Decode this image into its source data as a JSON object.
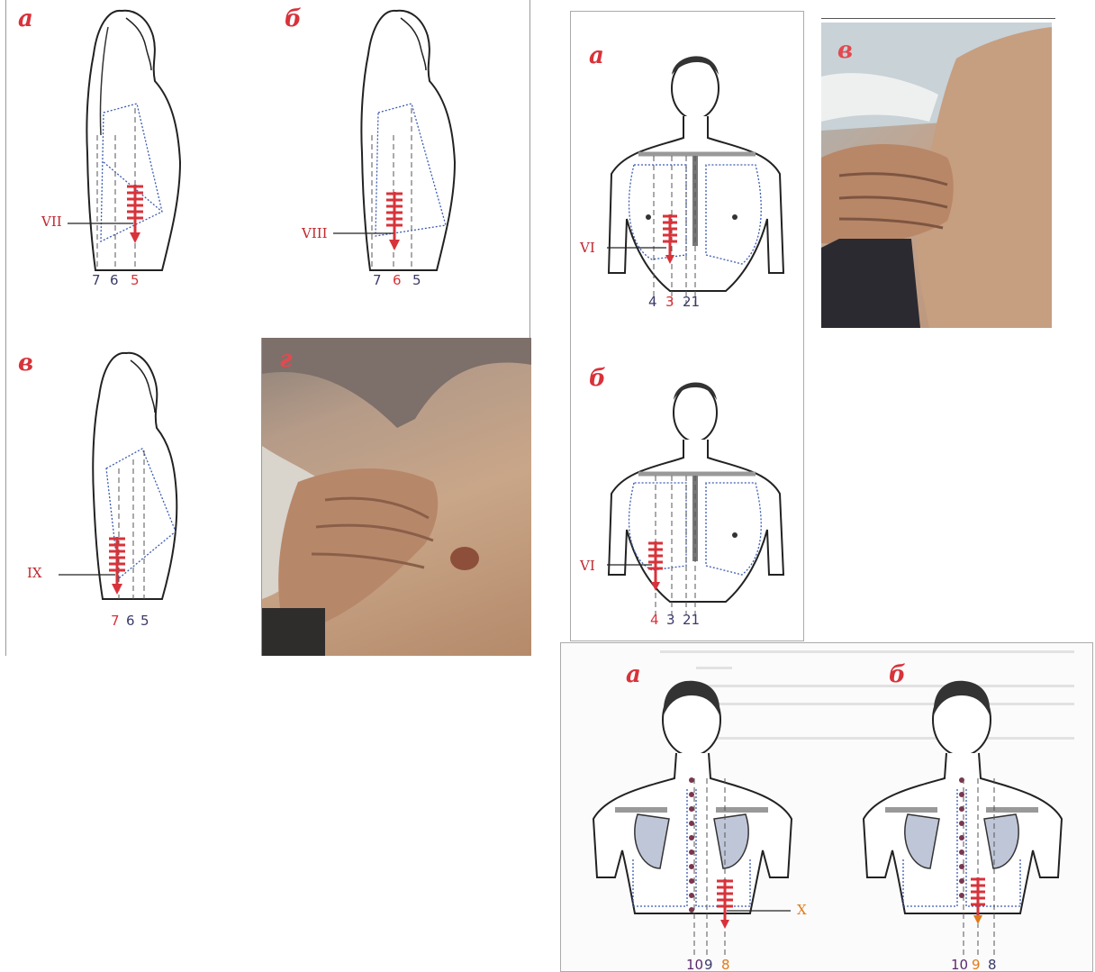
{
  "figure_left": {
    "panel_a": {
      "letter": "а",
      "rib": "VII",
      "lines": [
        "7",
        "6",
        "5"
      ]
    },
    "panel_b": {
      "letter": "б",
      "rib": "VIII",
      "lines": [
        "7",
        "6",
        "5"
      ]
    },
    "panel_v": {
      "letter": "в",
      "rib": "IX",
      "lines": [
        "7",
        "6",
        "5"
      ]
    },
    "panel_g": {
      "letter": "г"
    }
  },
  "figure_front": {
    "panel_a": {
      "letter": "а",
      "rib": "VI",
      "lines": [
        "4",
        "3",
        "21"
      ]
    },
    "panel_b": {
      "letter": "б",
      "rib": "VI",
      "lines": [
        "4",
        "3",
        "21"
      ]
    }
  },
  "figure_photo_right": {
    "letter": "в"
  },
  "figure_back": {
    "panel_a": {
      "letter": "а",
      "rib": "X",
      "lines": [
        "10",
        "9",
        "8"
      ]
    },
    "panel_b": {
      "letter": "б",
      "lines": [
        "10",
        "9",
        "8"
      ]
    }
  },
  "colors": {
    "accent": "#d8323a",
    "line_blue": "#3b5bb0",
    "orange": "#e07a1a"
  }
}
